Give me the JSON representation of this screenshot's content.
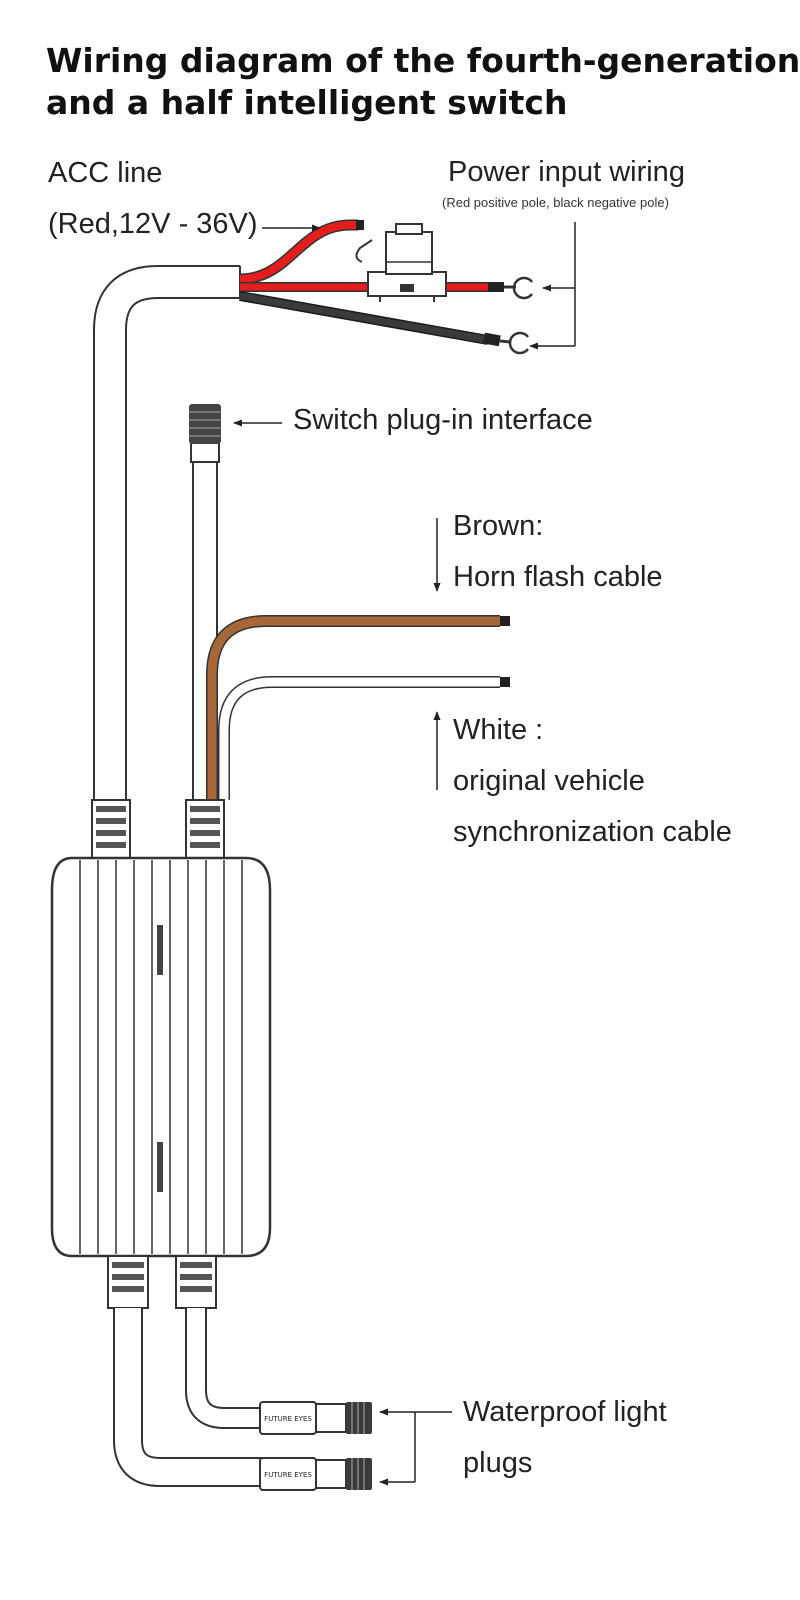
{
  "title": {
    "line1": "Wiring diagram of the fourth-generation",
    "line2": "and a half intelligent switch"
  },
  "labels": {
    "acc_line": "ACC line",
    "acc_spec": "(Red,12V - 36V)",
    "power_input": "Power input wiring",
    "power_note": "(Red positive pole, black negative pole)",
    "switch_interface": "Switch plug-in interface",
    "brown_title": "Brown:",
    "brown_desc": "Horn flash cable",
    "white_title": "White :",
    "white_desc1": "original vehicle",
    "white_desc2": "synchronization cable",
    "waterproof1": "Waterproof light",
    "waterproof2": "plugs"
  },
  "plug_brand": "FUTURE EYES",
  "colors": {
    "red_wire": "#e41e1e",
    "black_wire": "#2b2b2b",
    "brown_wire": "#a8673a",
    "outline": "#333333"
  }
}
